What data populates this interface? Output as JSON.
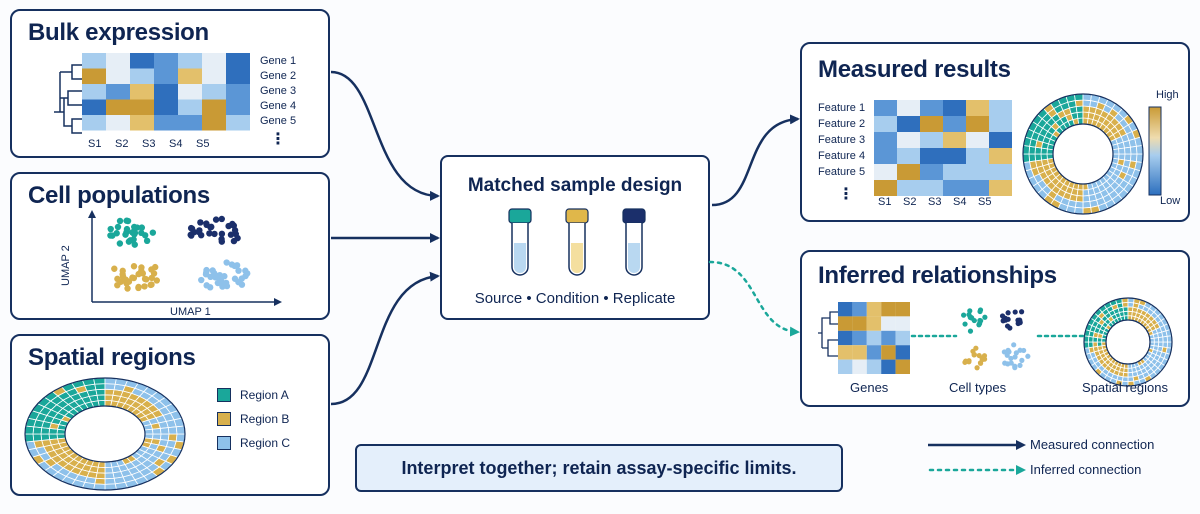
{
  "colors": {
    "navy": "#16305f",
    "teal": "#1aa79a",
    "gold": "#d8b04c",
    "light_blue": "#8ec1ea",
    "mid_blue": "#3a7fc8",
    "dark_navy": "#1b2f6b"
  },
  "bulk": {
    "title": "Bulk expression",
    "genes": [
      "Gene 1",
      "Gene 2",
      "Gene 3",
      "Gene 4",
      "Gene 5"
    ],
    "samples": [
      "S1",
      "S2",
      "S3",
      "S4",
      "S5"
    ],
    "more": "⋮"
  },
  "cells": {
    "title": "Cell populations",
    "ylabel": "UMAP 2",
    "xlabel": "UMAP 1"
  },
  "spatial": {
    "title": "Spatial regions",
    "legend": [
      {
        "label": "Region A",
        "color": "#1aa79a"
      },
      {
        "label": "Region B",
        "color": "#d8b04c"
      },
      {
        "label": "Region C",
        "color": "#8ec1ea"
      }
    ]
  },
  "center": {
    "title": "Matched sample design",
    "caption": "Source • Condition • Replicate"
  },
  "measured": {
    "title": "Measured results",
    "features": [
      "Feature 1",
      "Feature 2",
      "Feature 3",
      "Feature 4",
      "Feature 5"
    ],
    "samples": [
      "S1",
      "S2",
      "S3",
      "S4",
      "S5"
    ],
    "more": "⋮",
    "scale_high": "High",
    "scale_low": "Low"
  },
  "inferred": {
    "title": "Inferred relationships",
    "labels": [
      "Genes",
      "Cell types",
      "Spatial regions"
    ]
  },
  "banner": {
    "text": "Interpret together; retain assay-specific limits."
  },
  "key": {
    "measured": "Measured connection",
    "inferred": "Inferred connection"
  }
}
